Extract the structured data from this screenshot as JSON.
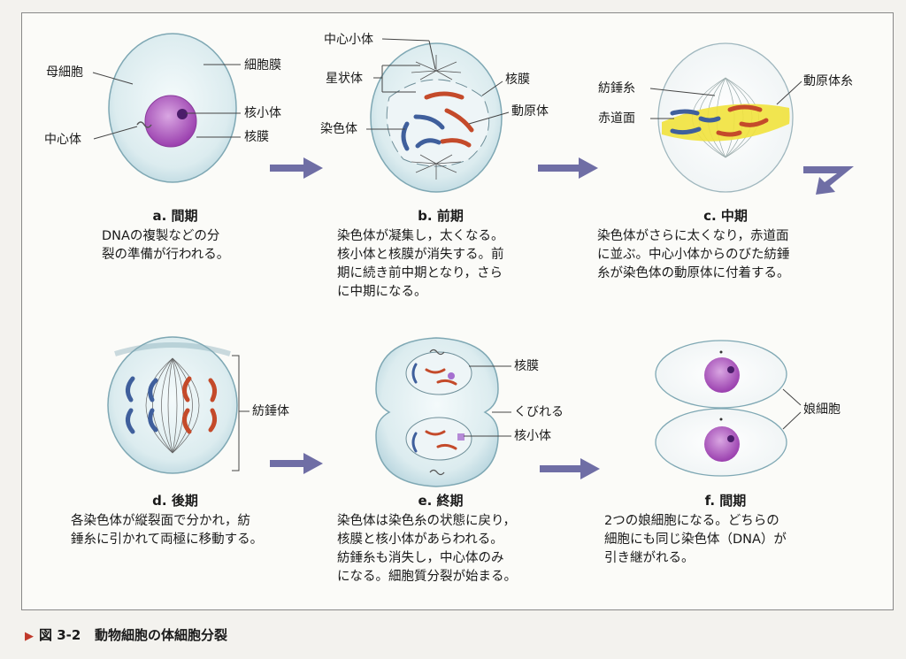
{
  "colors": {
    "membrane": "#cfe5ec",
    "chromo_blue": "#3f5f9c",
    "chromo_red": "#c44a2a",
    "nucleus": "#a24fb0",
    "arrow": "#6f6ea5",
    "equator": "#f1e23c"
  },
  "caption": {
    "prefix": "図 3-2",
    "text": "動物細胞の体細胞分裂"
  },
  "stages": [
    {
      "title": "a. 間期",
      "desc": [
        "DNAの複製などの分",
        "裂の準備が行われる。"
      ]
    },
    {
      "title": "b. 前期",
      "desc": [
        "染色体が凝集し，太くなる。",
        "核小体と核膜が消失する。前",
        "期に続き前中期となり，さら",
        "に中期になる。"
      ]
    },
    {
      "title": "c. 中期",
      "desc": [
        "染色体がさらに太くなり，赤道面",
        "に並ぶ。中心小体からのびた紡錘",
        "糸が染色体の動原体に付着する。"
      ]
    },
    {
      "title": "d. 後期",
      "desc": [
        "各染色体が縦裂面で分かれ，紡",
        "錘糸に引かれて両極に移動する。"
      ]
    },
    {
      "title": "e. 終期",
      "desc": [
        "染色体は染色糸の状態に戻り，",
        "核膜と核小体があらわれる。",
        "紡錘糸も消失し，中心体のみ",
        "になる。細胞質分裂が始まる。"
      ]
    },
    {
      "title": "f. 間期",
      "desc": [
        "2つの娘細胞になる。どちらの",
        "細胞にも同じ染色体（DNA）が",
        "引き継がれる。"
      ]
    }
  ],
  "labels": {
    "a_mother_cell": "母細胞",
    "a_cell_membrane": "細胞膜",
    "a_nucleolus": "核小体",
    "a_centrosome": "中心体",
    "a_nuclear_membrane": "核膜",
    "b_centriole": "中心小体",
    "b_aster": "星状体",
    "b_chromosome": "染色体",
    "b_nuclear_membrane": "核膜",
    "b_kinetochore": "動原体",
    "c_spindle_fiber": "紡錘糸",
    "c_equatorial_plane": "赤道面",
    "c_kinetochore_fiber": "動原体糸",
    "d_spindle": "紡錘体",
    "e_nuclear_membrane": "核膜",
    "e_constriction": "くびれる",
    "e_nucleolus": "核小体",
    "f_daughter_cell": "娘細胞"
  }
}
